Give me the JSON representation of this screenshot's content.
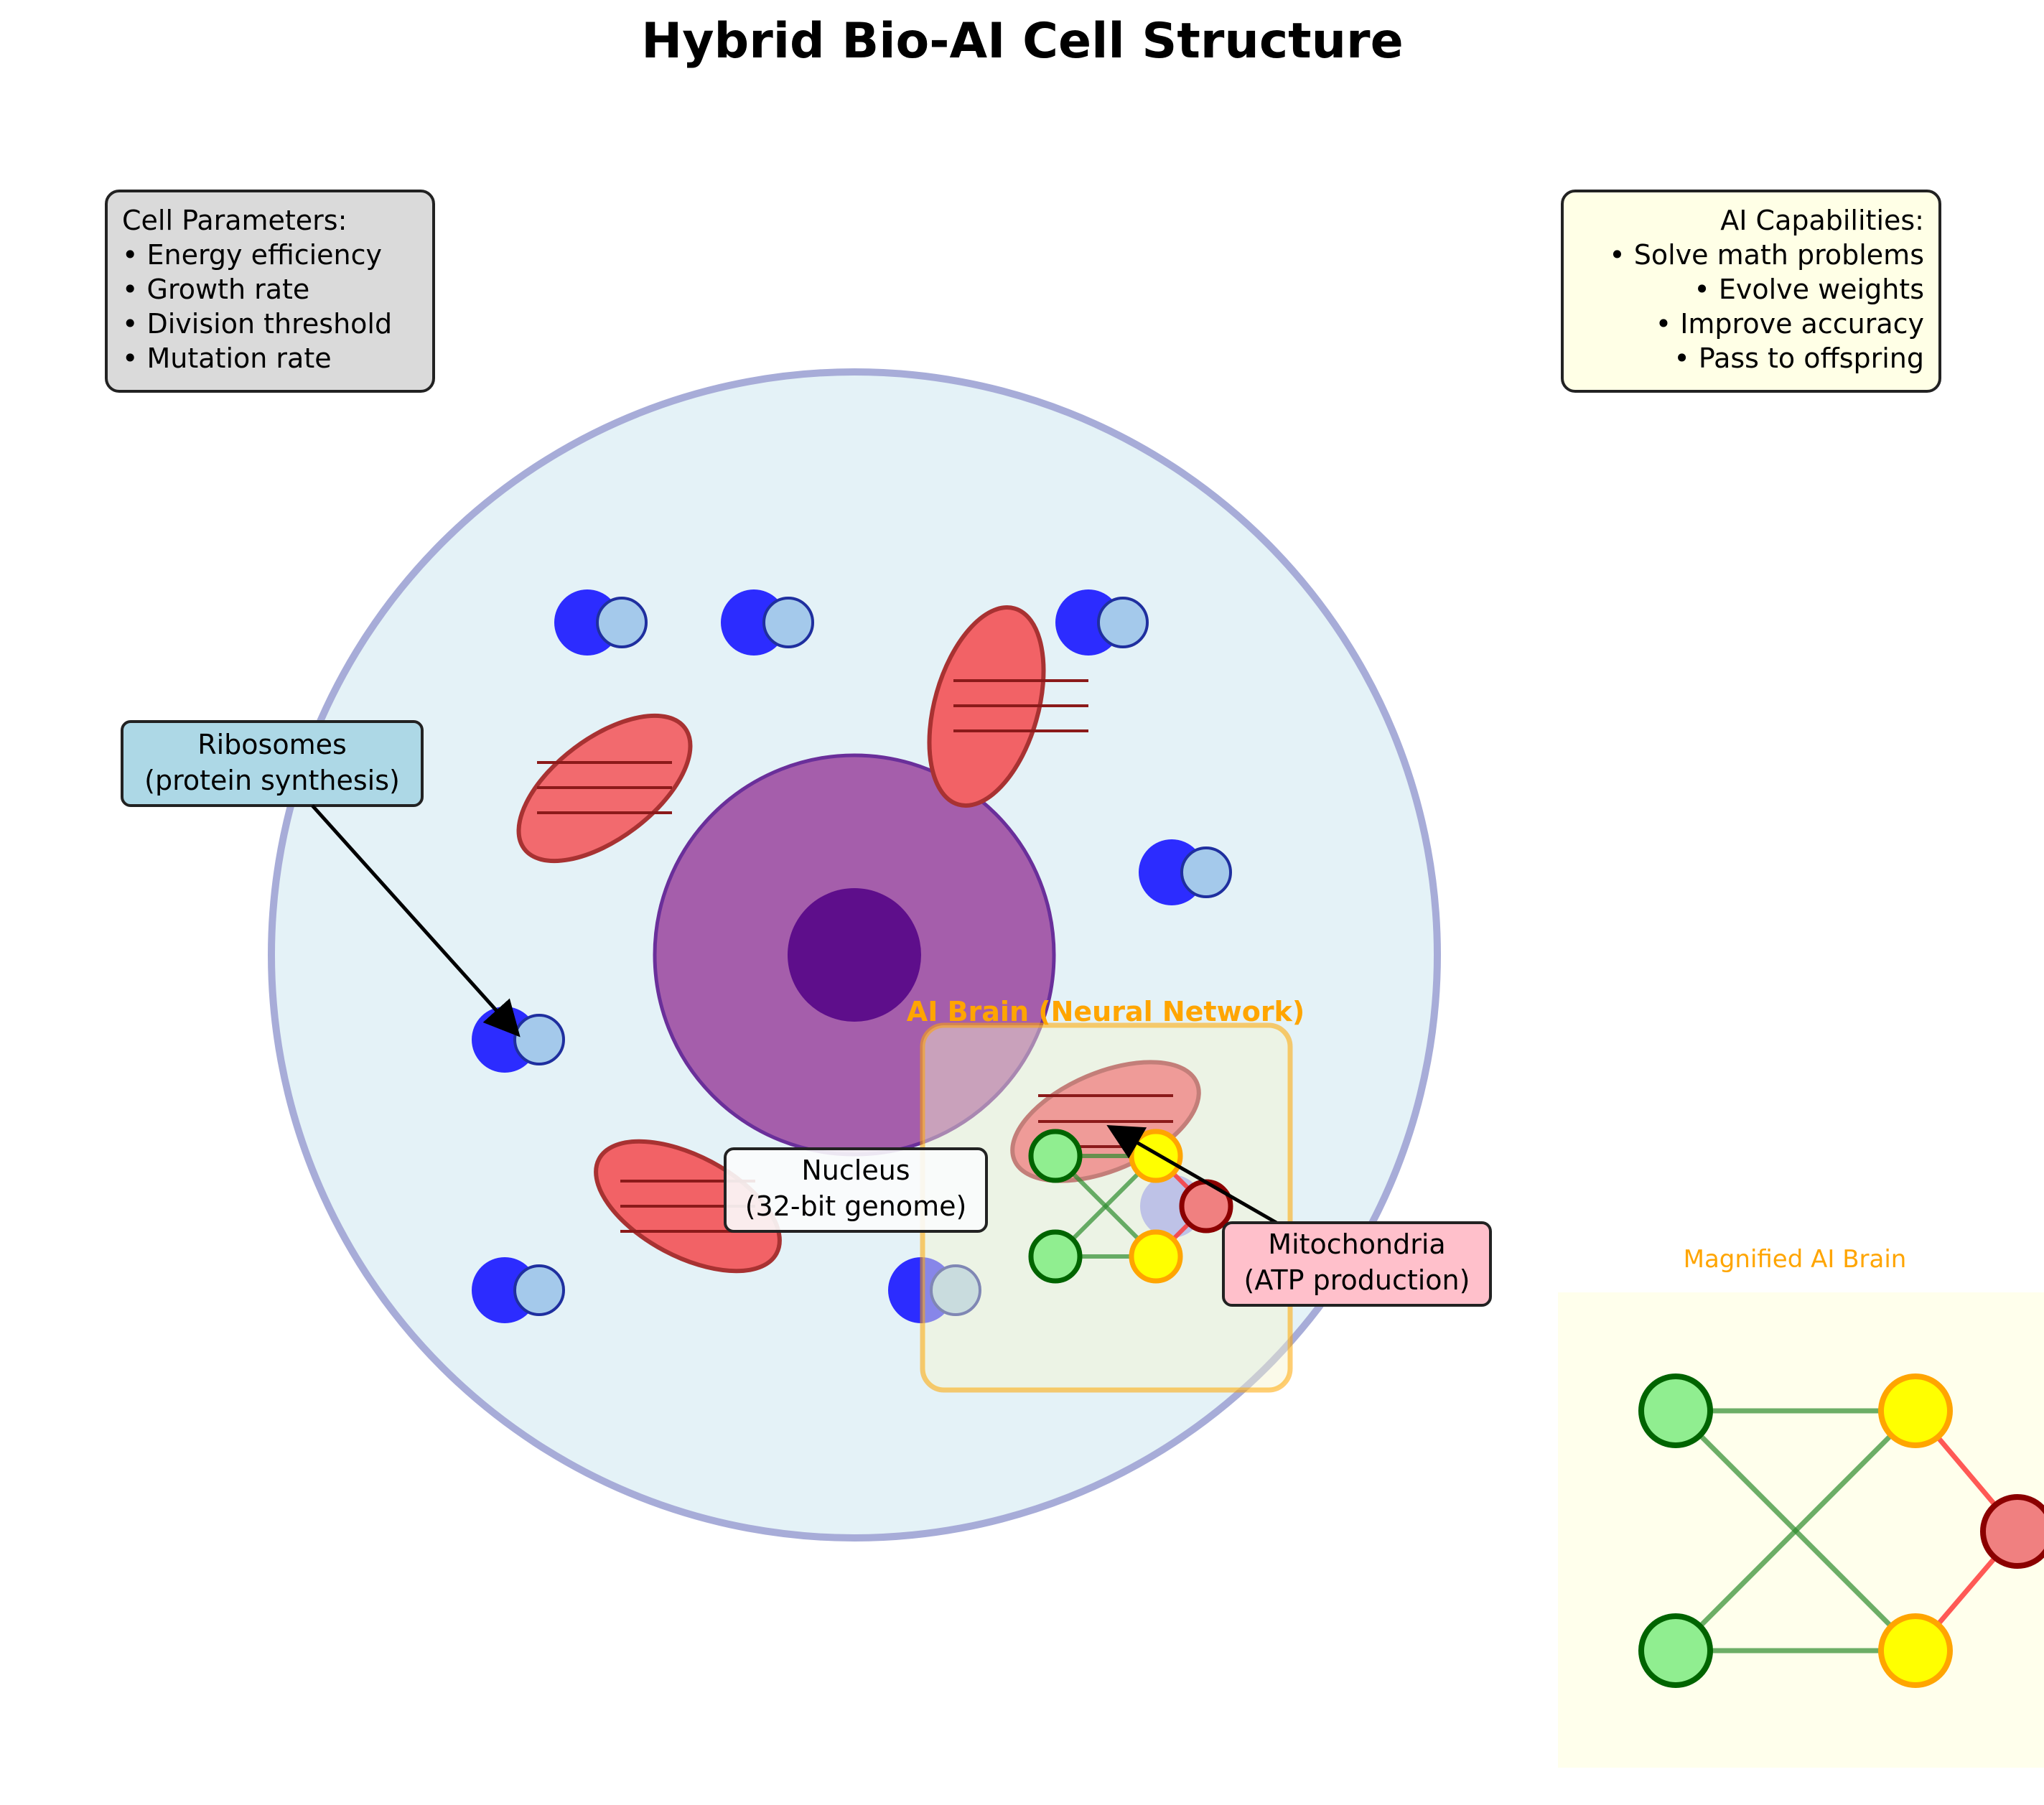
{
  "title": "Hybrid Bio-AI Cell Structure",
  "parameters_box": {
    "lines": [
      "Cell Parameters:",
      "• Energy efficiency",
      "• Growth rate",
      "• Division threshold",
      "• Mutation rate"
    ]
  },
  "capabilities_box": {
    "lines": [
      "AI Capabilities:",
      "• Solve math problems",
      "• Evolve weights",
      "• Improve accuracy",
      "• Pass to offspring"
    ]
  },
  "labels": {
    "ribosomes": [
      "Ribosomes",
      "(protein synthesis)"
    ],
    "nucleus": [
      "Nucleus",
      "(32-bit genome)"
    ],
    "mitochondria": [
      "Mitochondria",
      "(ATP production)"
    ],
    "ai_brain": "AI Brain (Neural Network)",
    "magnified": "Magnified AI Brain"
  },
  "colors": {
    "membrane_fill": "#e4f2f7",
    "membrane_stroke": "#a7acd8",
    "nucleus": "#a55eab",
    "nucleolus": "#5e0e8b",
    "ribosome": "#2c2cff",
    "ribosome_light": "#a4c9eb",
    "mitochondria": "#f26266",
    "ai_brain": "#ffa500",
    "input_node": "#90ee90",
    "hidden_node": "#ffff00",
    "output_node": "#f08080",
    "edge_green": "#2e8b2e",
    "edge_red": "#ff3030",
    "param_box": "#dadada",
    "capability_box": "#ffffe6",
    "ribosome_box": "#add8e6",
    "nucleus_box": "#fbfcfc",
    "mito_box": "#ffc0cb",
    "magnified_bg": "#ffffec"
  }
}
